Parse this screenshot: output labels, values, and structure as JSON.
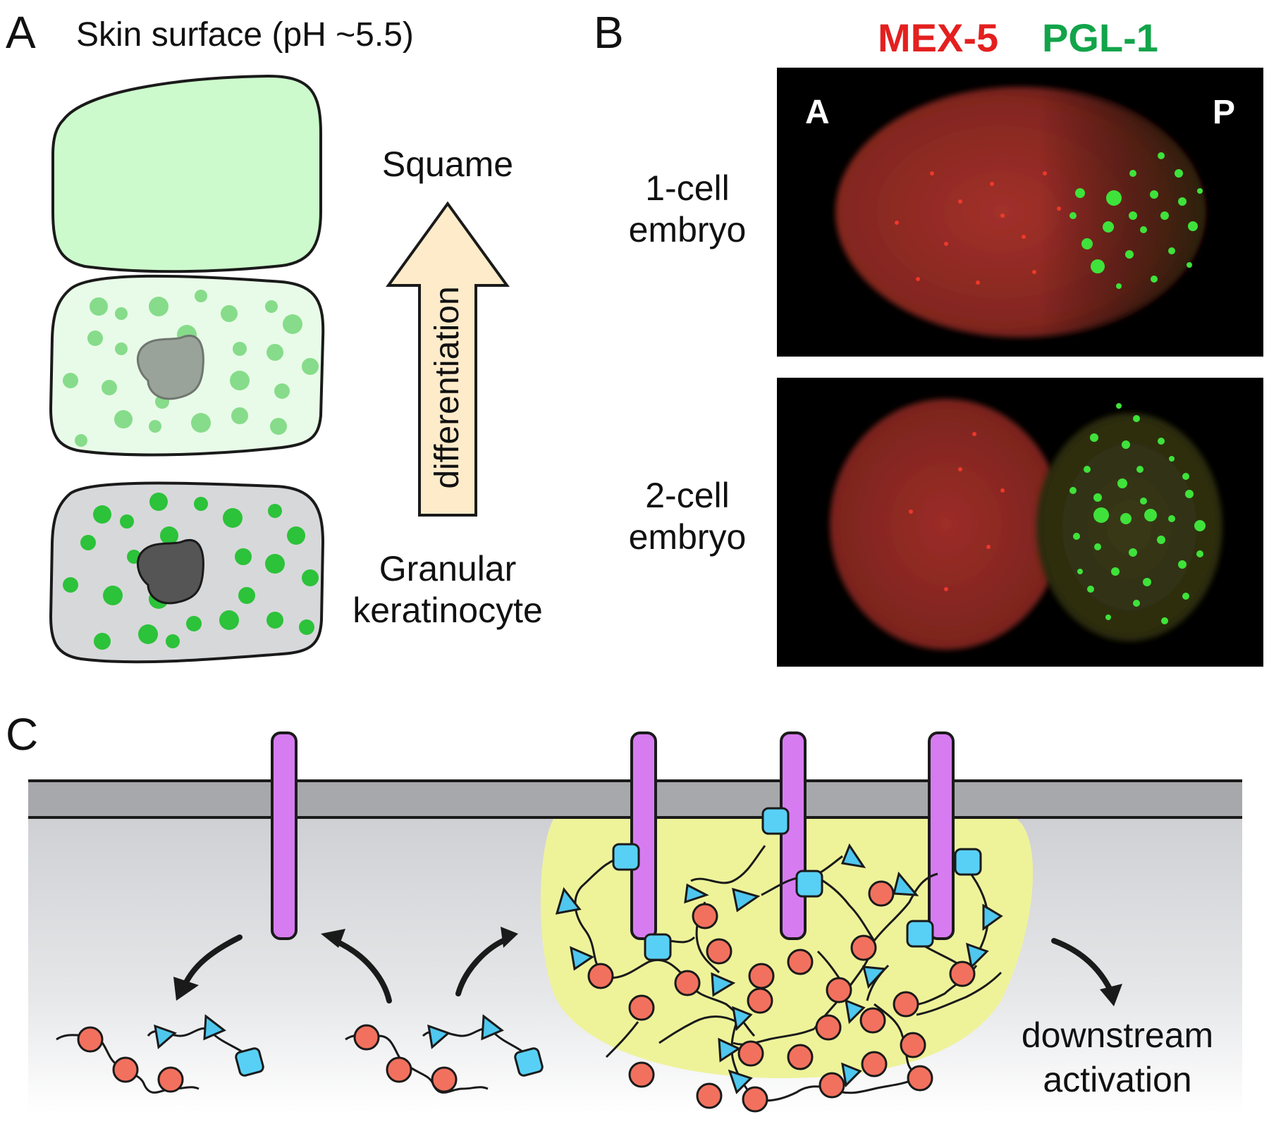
{
  "panels": {
    "a": {
      "letter": "A",
      "title": "Skin surface (pH ~5.5)",
      "top_label": "Squame",
      "arrow_label": "differentiation",
      "bottom_label": [
        "Granular",
        "keratinocyte"
      ]
    },
    "b": {
      "letter": "B",
      "legend_red": "MEX-5",
      "legend_green": "PGL-1",
      "anterior": "A",
      "posterior": "P",
      "row1_label": [
        "1-cell",
        "embryo"
      ],
      "row2_label": [
        "2-cell",
        "embryo"
      ]
    },
    "c": {
      "letter": "C",
      "outcome_label": [
        "downstream",
        "activation"
      ]
    }
  },
  "colors": {
    "squame_fill": "#ccfacc",
    "mid_cell_fill": "#e8fbe8",
    "granular_fill": "#d7d8da",
    "dot_light": "#86dc8a",
    "dot_bright": "#2cc23a",
    "nucleus_light": "#9aa39a",
    "nucleus_dark": "#555555",
    "arrow_fill": "#fdebc9",
    "mex5": "#e3201f",
    "pgl1": "#12a44a",
    "receptor": "#d67cf0",
    "condensate": "#eef39a",
    "circle_node": "#f2715e",
    "triangle_node": "#4fc7ee",
    "square_node": "#58d0f5"
  },
  "icons": [
    "cell-shape",
    "nucleus-icon",
    "granule-dot",
    "up-arrow-icon",
    "receptor-icon",
    "circle-node-icon",
    "triangle-node-icon",
    "square-node-icon",
    "curved-arrow-icon"
  ]
}
